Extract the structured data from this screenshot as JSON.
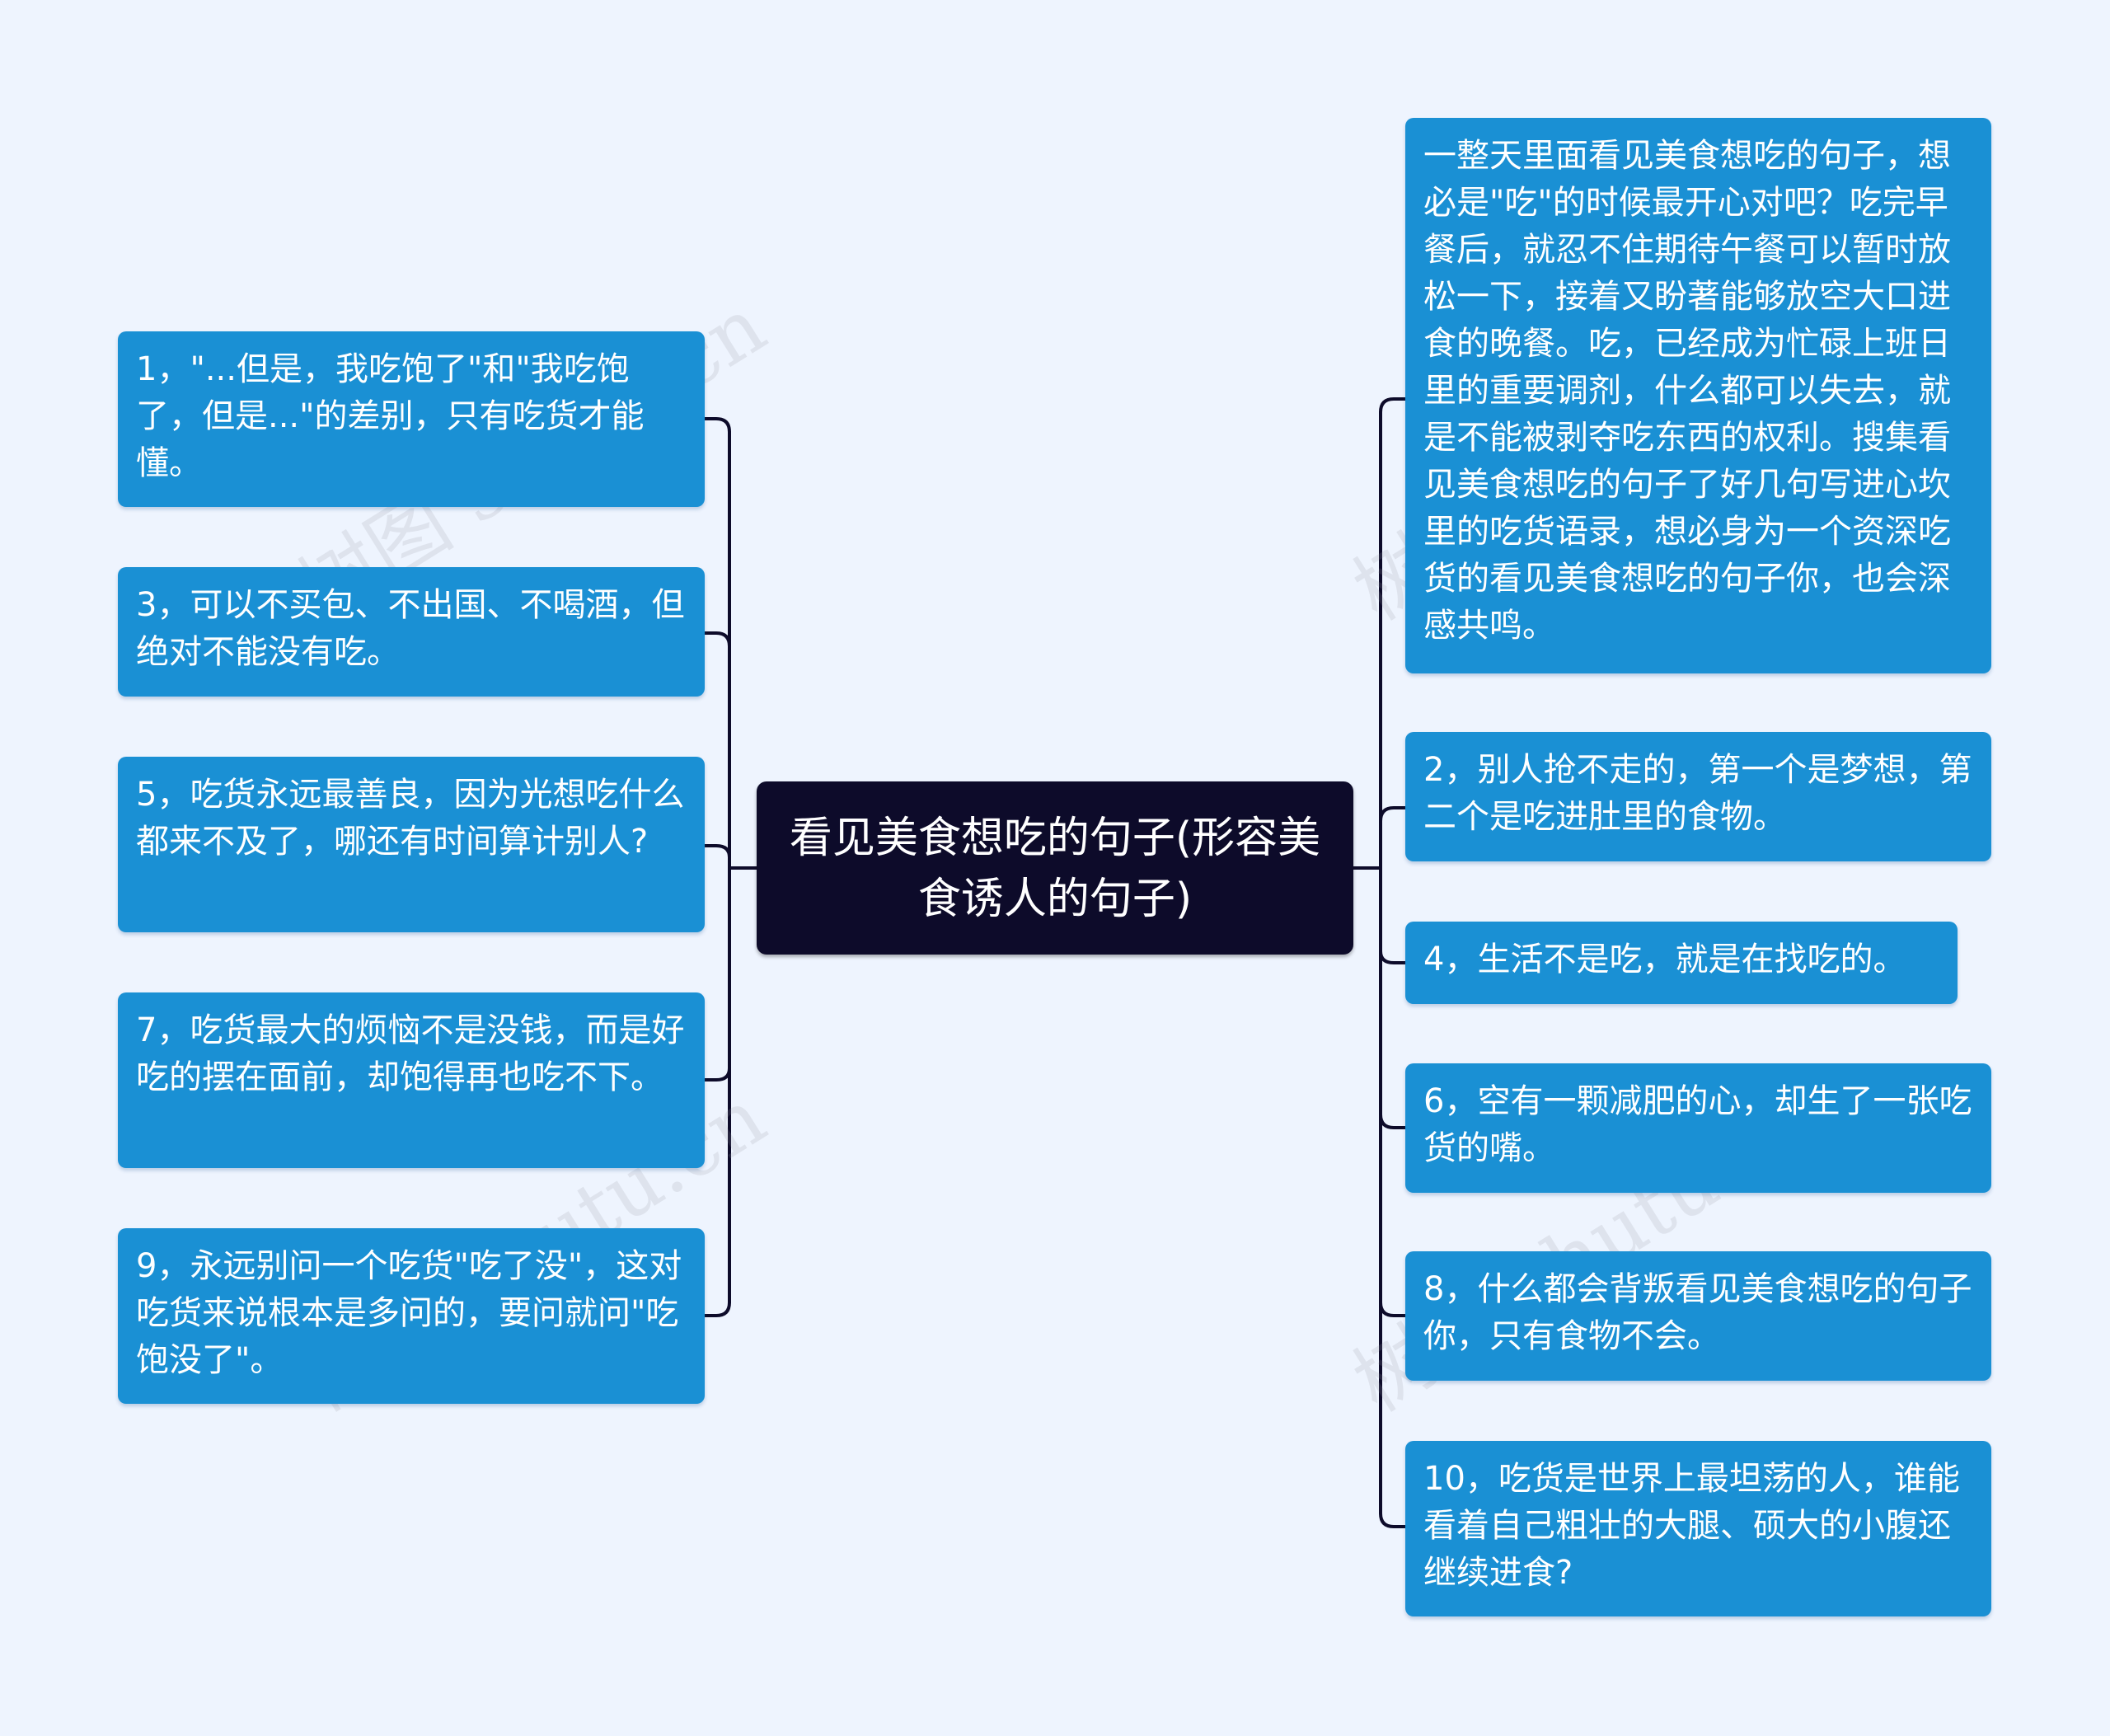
{
  "center": {
    "title": "看见美食想吃的句子(形容美食诱人的句子)"
  },
  "left_nodes": [
    {
      "text": "1，\"...但是，我吃饱了\"和\"我吃饱了，但是...\"的差别，只有吃货才能懂。"
    },
    {
      "text": "3，可以不买包、不出国、不喝酒，但绝对不能没有吃。"
    },
    {
      "text": "5，吃货永远最善良，因为光想吃什么都来不及了，哪还有时间算计别人?"
    },
    {
      "text": "7，吃货最大的烦恼不是没钱，而是好吃的摆在面前，却饱得再也吃不下。"
    },
    {
      "text": "9，永远别问一个吃货\"吃了没\"，这对吃货来说根本是多问的，要问就问\"吃饱没了\"。"
    }
  ],
  "right_nodes": [
    {
      "text": "一整天里面看见美食想吃的句子，想必是\"吃\"的时候最开心对吧？吃完早餐后，就忍不住期待午餐可以暂时放松一下，接着又盼著能够放空大口进食的晚餐。吃，已经成为忙碌上班日里的重要调剂，什么都可以失去，就是不能被剥夺吃东西的权利。搜集看见美食想吃的句子了好几句写进心坎里的吃货语录，想必身为一个资深吃货的看见美食想吃的句子你，也会深感共鸣。"
    },
    {
      "text": "2，别人抢不走的，第一个是梦想，第二个是吃进肚里的食物。"
    },
    {
      "text": "4，生活不是吃，就是在找吃的。"
    },
    {
      "text": "6，空有一颗减肥的心，却生了一张吃货的嘴。"
    },
    {
      "text": "8，什么都会背叛看见美食想吃的句子你，只有食物不会。"
    },
    {
      "text": "10，吃货是世界上最坦荡的人，谁能看着自己粗壮的大腿、硕大的小腹还继续进食?"
    }
  ],
  "colors": {
    "background": "#eef4fe",
    "node": "#1a90d4",
    "center": "#0d0b2a",
    "connector": "#0d0b2a"
  }
}
